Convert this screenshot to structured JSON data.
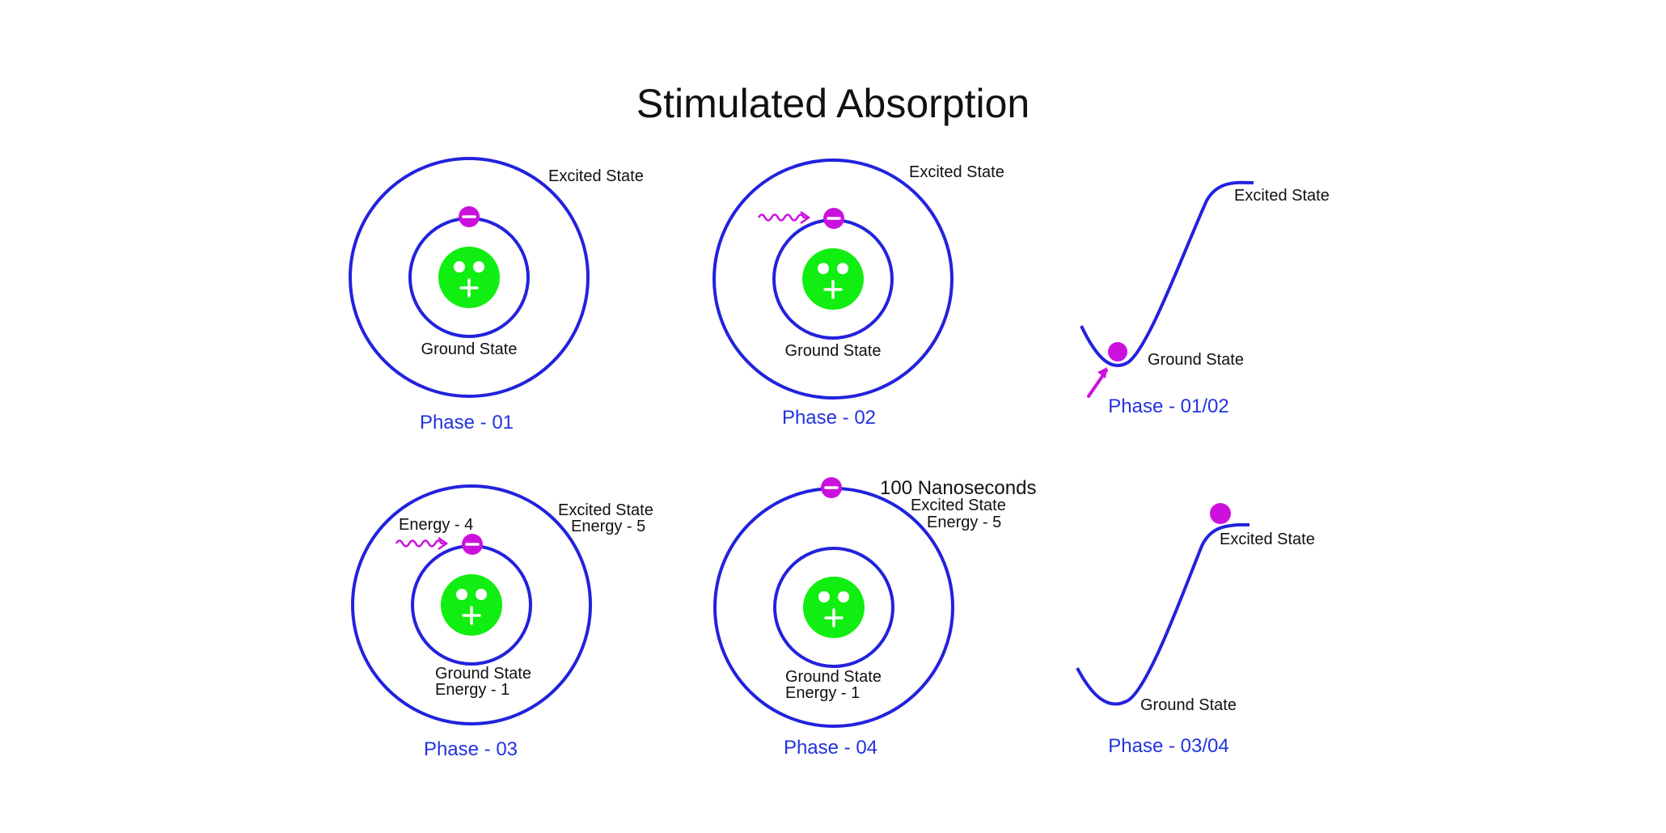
{
  "title": "Stimulated Absorption",
  "colors": {
    "orbit": "#2222dd",
    "nucleus": "#11ee11",
    "electron": "#cc11dd",
    "phase_label": "#2233dd",
    "text": "#111111"
  },
  "icons": {
    "nucleus": "nucleus-plus-icon",
    "electron": "electron-minus-icon",
    "photon": "photon-wave-arrow-icon"
  },
  "panels": {
    "p1": {
      "excited": "Excited State",
      "ground": "Ground State",
      "phase": "Phase - 01"
    },
    "p2": {
      "excited": "Excited State",
      "ground": "Ground State",
      "phase": "Phase - 02"
    },
    "p3": {
      "excited": "Excited State",
      "ground": "Ground State",
      "phase": "Phase - 01/02"
    },
    "p4": {
      "excited": "Excited State",
      "excited_energy": "Energy - 5",
      "photon_energy": "Energy - 4",
      "ground": "Ground State",
      "ground_energy": "Energy - 1",
      "phase": "Phase - 03"
    },
    "p5": {
      "time": "100 Nanoseconds",
      "excited": "Excited State",
      "excited_energy": "Energy - 5",
      "ground": "Ground State",
      "ground_energy": "Energy - 1",
      "phase": "Phase - 04"
    },
    "p6": {
      "excited": "Excited State",
      "ground": "Ground State",
      "phase": "Phase - 03/04"
    }
  }
}
